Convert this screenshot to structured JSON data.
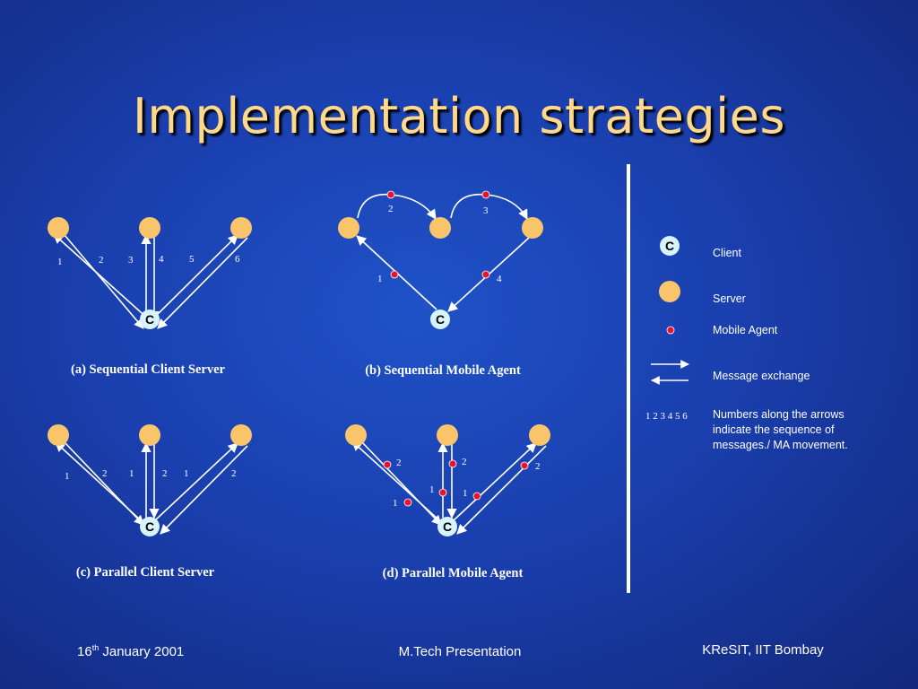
{
  "title": "Implementation strategies",
  "client_label": "C",
  "panels": {
    "a": {
      "caption": "(a)  Sequential Client Server",
      "numbers": [
        "1",
        "2",
        "3",
        "4",
        "5",
        "6"
      ]
    },
    "b": {
      "caption": "(b)  Sequential Mobile Agent",
      "numbers": [
        "1",
        "2",
        "3",
        "4"
      ]
    },
    "c": {
      "caption": "(c)  Parallel Client Server",
      "numbers": [
        "1",
        "2",
        "1",
        "2",
        "1",
        "2"
      ]
    },
    "d": {
      "caption": "(d)  Parallel Mobile Agent",
      "numbers": [
        "1",
        "2",
        "1",
        "2",
        "1",
        "2"
      ]
    }
  },
  "legend": {
    "client": "Client",
    "server": "Server",
    "mobile_agent": "Mobile Agent",
    "message_exchange": "Message exchange",
    "sequence_sample": "1 2 3 4 5 6",
    "numbers_note": [
      "Numbers along the arrows",
      "indicate the sequence of",
      "messages./ MA movement."
    ]
  },
  "footer": {
    "date_day": "16",
    "date_sup": "th",
    "date_rest": " January 2001",
    "center": "M.Tech Presentation",
    "right": "KReSIT, IIT Bombay"
  },
  "colors": {
    "server": "#f9c46a",
    "client": "#d8f4fa",
    "agent": "#e8142c",
    "title": "#ffd88a"
  }
}
